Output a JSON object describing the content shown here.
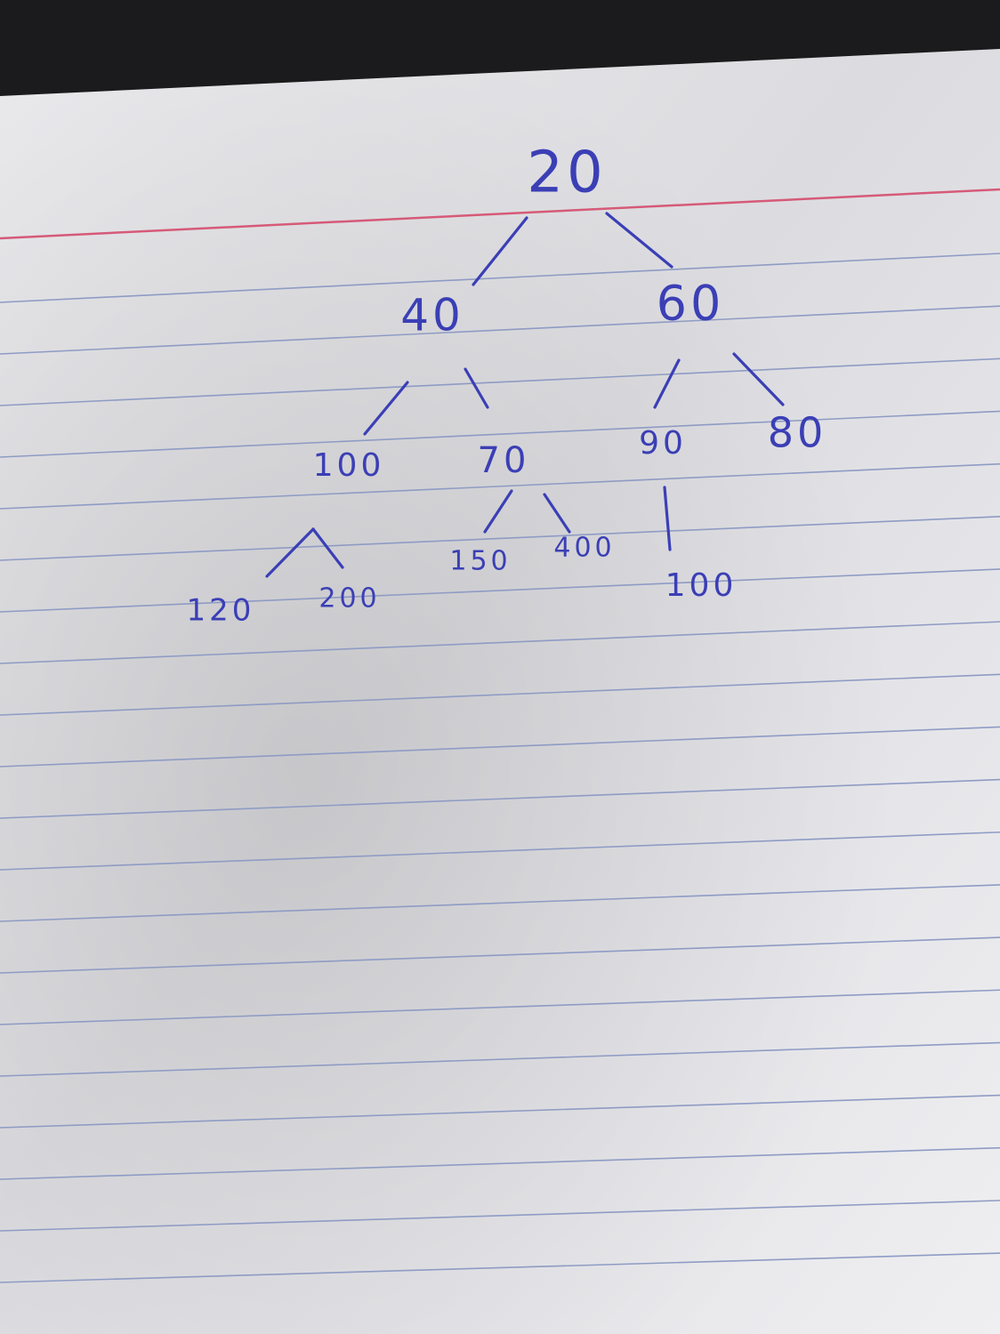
{
  "colors": {
    "ink": "#3b3fb5",
    "paper": "#ececee",
    "rule_line": "#8f9bc4",
    "margin_line": "#d65a78",
    "background": "#1b1b1d"
  },
  "tree": {
    "nodes": [
      {
        "id": "n20",
        "label": "20"
      },
      {
        "id": "n40",
        "label": "40"
      },
      {
        "id": "n60",
        "label": "60"
      },
      {
        "id": "n100a",
        "label": "100"
      },
      {
        "id": "n70",
        "label": "70"
      },
      {
        "id": "n90",
        "label": "90"
      },
      {
        "id": "n80",
        "label": "80"
      },
      {
        "id": "n120",
        "label": "120"
      },
      {
        "id": "n200",
        "label": "200"
      },
      {
        "id": "n150",
        "label": "150"
      },
      {
        "id": "n400",
        "label": "400"
      },
      {
        "id": "n100b",
        "label": "100"
      }
    ],
    "edges": [
      {
        "from": "n20",
        "to": "n40"
      },
      {
        "from": "n20",
        "to": "n60"
      },
      {
        "from": "n40",
        "to": "n100a"
      },
      {
        "from": "n40",
        "to": "n70"
      },
      {
        "from": "n60",
        "to": "n90"
      },
      {
        "from": "n60",
        "to": "n80"
      },
      {
        "from": "n100a",
        "to": "n120"
      },
      {
        "from": "n100a",
        "to": "n200"
      },
      {
        "from": "n70",
        "to": "n150"
      },
      {
        "from": "n70",
        "to": "n400"
      },
      {
        "from": "n90",
        "to": "n100b"
      }
    ]
  }
}
